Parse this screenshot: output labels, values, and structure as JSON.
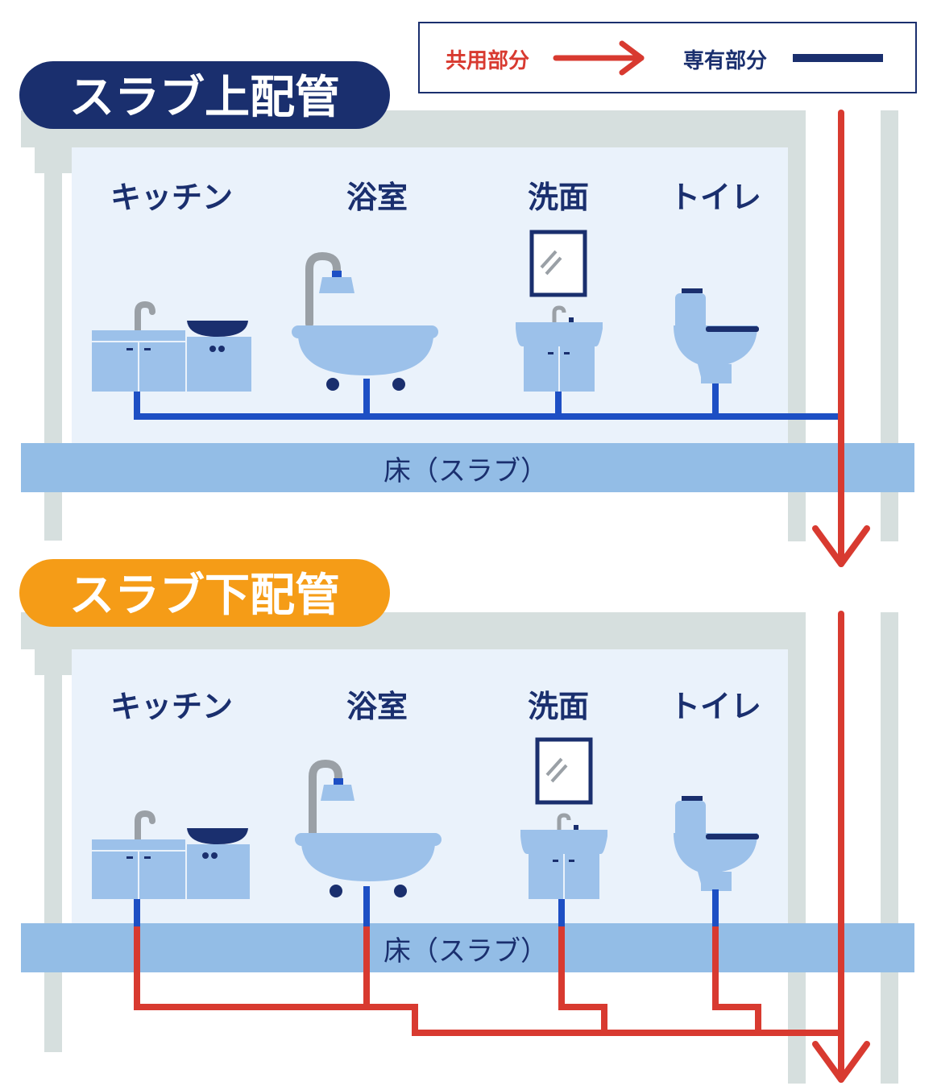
{
  "legend": {
    "common_label": "共用部分",
    "private_label": "専有部分"
  },
  "colors": {
    "common_pipe": "#d83a30",
    "private_pipe": "#1d4fc4",
    "navy": "#1a2f6e",
    "orange": "#f59c17",
    "wall": "#d6dfde",
    "room_bg": "#eaf2fb",
    "slab": "#93bde6",
    "fixture": "#9cc1ea"
  },
  "sections": [
    {
      "title": "スラブ上配管",
      "floor_label": "床（スラブ）",
      "rooms": [
        "キッチン",
        "浴室",
        "洗面",
        "トイレ"
      ]
    },
    {
      "title": "スラブ下配管",
      "floor_label": "床（スラブ）",
      "rooms": [
        "キッチン",
        "浴室",
        "洗面",
        "トイレ"
      ]
    }
  ]
}
